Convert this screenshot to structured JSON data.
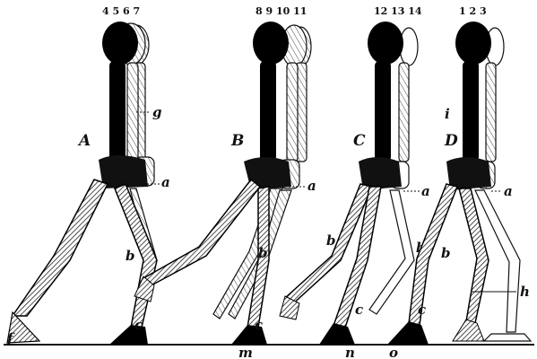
{
  "figure": {
    "groups": [
      {
        "id": "A",
        "numbers": "4 5 6 7",
        "points": {
          "g": "g",
          "a": "a",
          "b": "b",
          "c": "c",
          "f": "f"
        }
      },
      {
        "id": "B",
        "numbers": "8 9 10 11",
        "points": {
          "a": "a",
          "b": "b",
          "c": "c",
          "m": "m"
        }
      },
      {
        "id": "C",
        "numbers": "12 13 14",
        "points": {
          "a": "a",
          "b": "b",
          "c": "c",
          "n": "n"
        }
      },
      {
        "id": "D",
        "numbers": "1 2 3",
        "points": {
          "i": "i",
          "a": "a",
          "b": "b",
          "c": "c",
          "h": "h",
          "o": "o"
        }
      }
    ]
  }
}
